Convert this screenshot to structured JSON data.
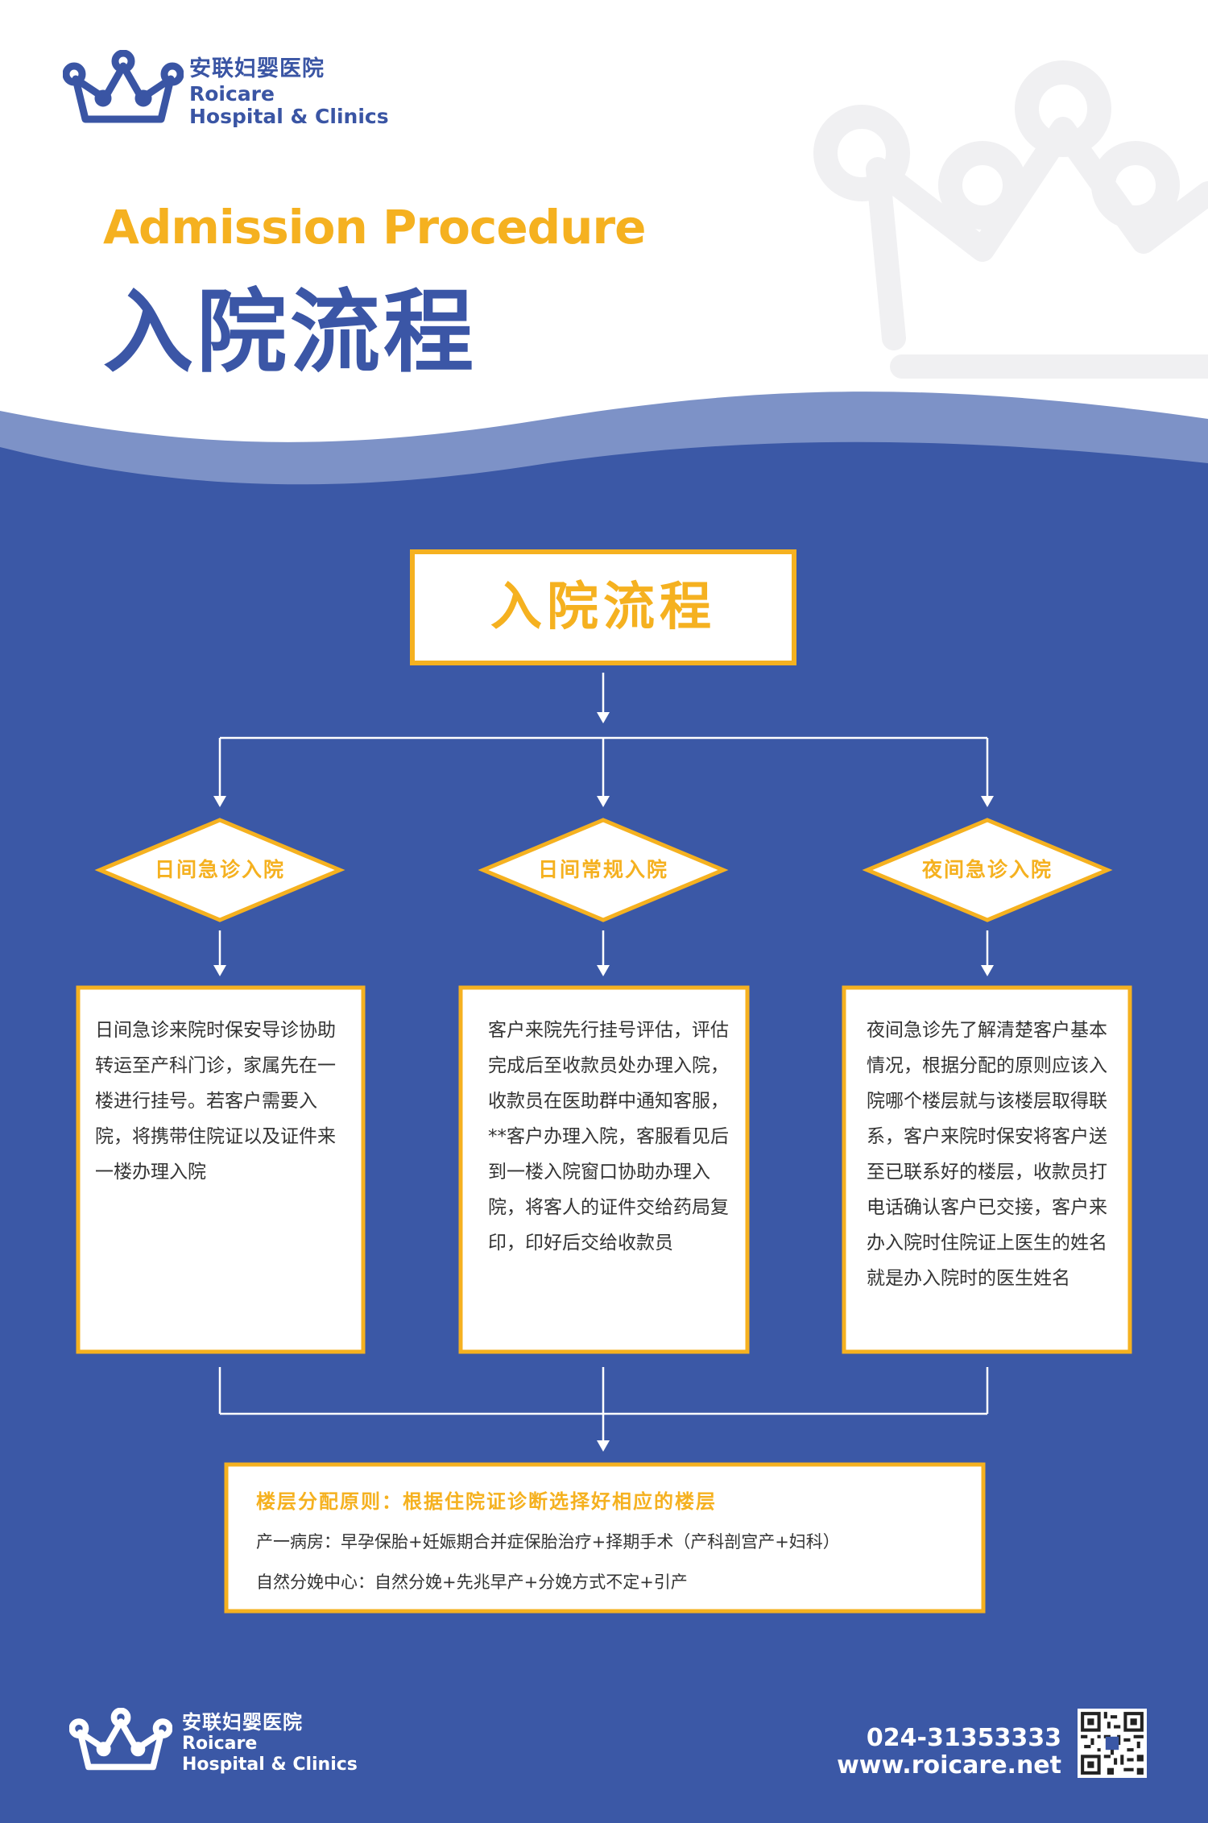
{
  "brand": {
    "name_cn": "安联妇婴医院",
    "name_en_line1": "Roicare",
    "name_en_line2": "Hospital & Clinics"
  },
  "page_title": {
    "en": "Admission Procedure",
    "cn": "入院流程"
  },
  "flow": {
    "top_label": "入院流程",
    "branches": [
      {
        "label": "日间急诊入院",
        "text": "日间急诊来院时保安导诊协助转运至产科门诊，家属先在一楼进行挂号。若客户需要入院，将携带住院证以及证件来一楼办理入院"
      },
      {
        "label": "日间常规入院",
        "text": "客户来院先行挂号评估，评估完成后至收款员处办理入院，收款员在医助群中通知客服，**客户办理入院，客服看见后到一楼入院窗口协助办理入院，将客人的证件交给药局复印，印好后交给收款员"
      },
      {
        "label": "夜间急诊入院",
        "text": "夜间急诊先了解清楚客户基本情况，根据分配的原则应该入院哪个楼层就与该楼层取得联系，客户来院时保安将客户送至已联系好的楼层，收款员打电话确认客户已交接，客户来办入院时住院证上医生的姓名就是办入院时的医生姓名"
      }
    ],
    "floor_rule": {
      "title": "楼层分配原则：根据住院证诊断选择好相应的楼层",
      "line1": "产一病房：早孕保胎+妊娠期合并症保胎治疗+择期手术（产科剖宫产+妇科）",
      "line2": "自然分娩中心：自然分娩+先兆早产+分娩方式不定+引产"
    }
  },
  "footer": {
    "phone": "024-31353333",
    "website": "www.roicare.net"
  },
  "colors": {
    "blue": "#3b58a6",
    "light_blue_wave": "#7a8fc4",
    "accent_yellow": "#f5b120",
    "white": "#ffffff"
  },
  "icons": [
    "crown-logo-icon",
    "watermark-crown-icon",
    "qr-code-icon",
    "arrow-down-icon"
  ]
}
